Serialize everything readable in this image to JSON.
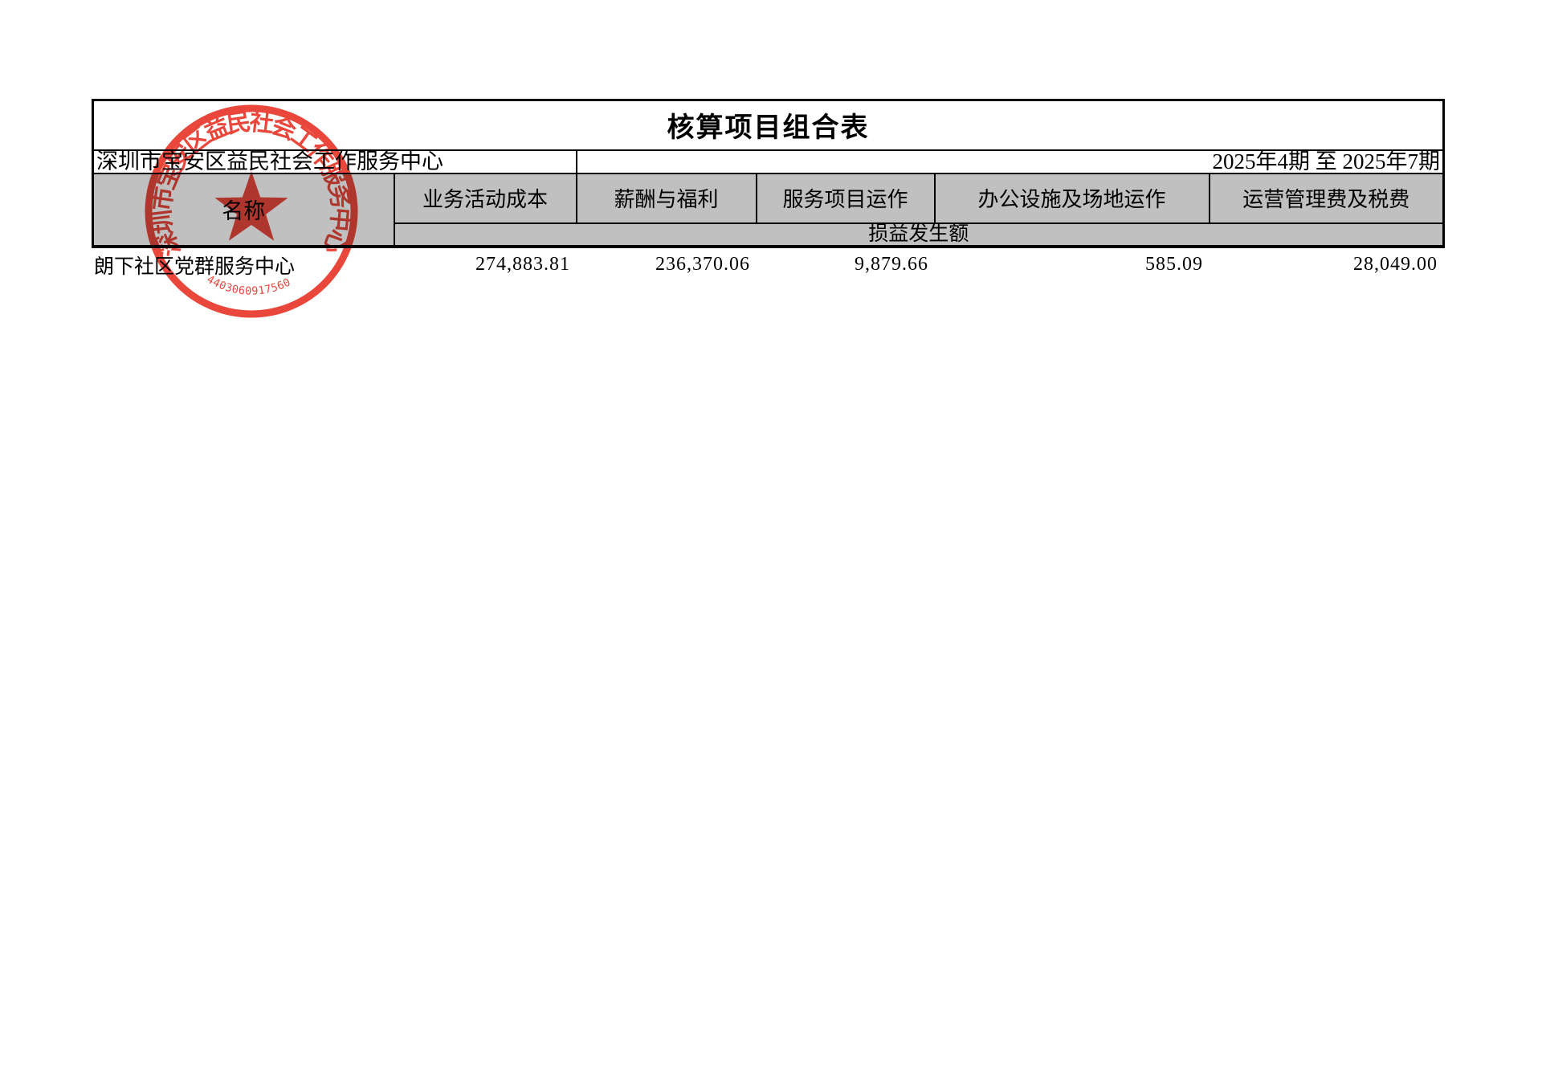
{
  "document": {
    "title": "核算项目组合表",
    "org_name": "深圳市宝安区益民社会工作服务中心",
    "period": "2025年4期  至  2025年7期",
    "table": {
      "name_header": "名称",
      "columns": [
        "业务活动成本",
        "薪酬与福利",
        "服务项目运作",
        "办公设施及场地运作",
        "运营管理费及税费"
      ],
      "amount_row_header": "损益发生额",
      "rows": [
        {
          "name": "朗下社区党群服务中心",
          "values": [
            "274,883.81",
            "236,370.06",
            "9,879.66",
            "585.09",
            "28,049.00"
          ]
        }
      ]
    },
    "stamp": {
      "arc_text": "深圳市宝安区益民社会工作服务中心",
      "code": "4403060917560",
      "color": "#e8372b"
    },
    "colors": {
      "header_gray": "#c0c0c0",
      "border_black": "#000000"
    }
  }
}
